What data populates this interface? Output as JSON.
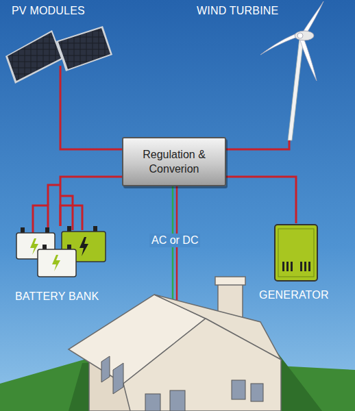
{
  "diagram": {
    "nodes": [
      {
        "text": [
          "PV MODULES"
        ]
      },
      {
        "text": [
          "WIND TURBINE"
        ]
      },
      {
        "text": [
          "Regulation & Converion"
        ]
      },
      {
        "text": [
          "BATTERY BANK"
        ]
      },
      {
        "text": [
          "GENERATOR"
        ]
      }
    ],
    "edges": [
      {
        "from": 0,
        "to": 2,
        "arrow": "none"
      },
      {
        "from": 1,
        "to": 2,
        "arrow": "none"
      },
      {
        "from": 2,
        "to": 3,
        "arrow": "none"
      },
      {
        "from": 2,
        "to": 4,
        "arrow": "none"
      }
    ],
    "labels": [
      "AC or DC"
    ]
  }
}
